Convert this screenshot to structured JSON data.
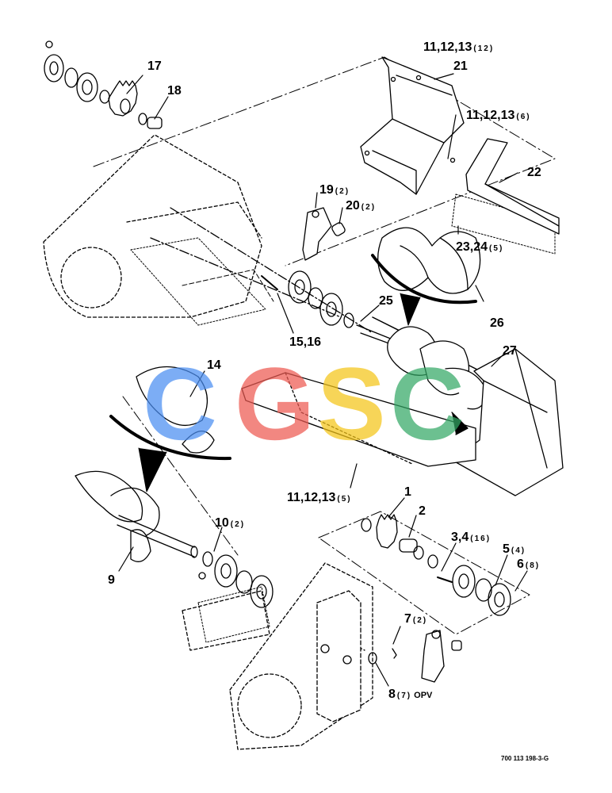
{
  "callouts": [
    {
      "id": "c11a",
      "num": "11,12,13",
      "qty": "(12)",
      "extra": ""
    },
    {
      "id": "c21",
      "num": "21",
      "qty": "",
      "extra": ""
    },
    {
      "id": "c11b",
      "num": "11,12,13",
      "qty": "(6)",
      "extra": ""
    },
    {
      "id": "c22",
      "num": "22",
      "qty": "",
      "extra": ""
    },
    {
      "id": "c17",
      "num": "17",
      "qty": "",
      "extra": ""
    },
    {
      "id": "c18",
      "num": "18",
      "qty": "",
      "extra": ""
    },
    {
      "id": "c19",
      "num": "19",
      "qty": "(2)",
      "extra": ""
    },
    {
      "id": "c20",
      "num": "20",
      "qty": "(2)",
      "extra": ""
    },
    {
      "id": "c23",
      "num": "23,24",
      "qty": "(5)",
      "extra": ""
    },
    {
      "id": "c25",
      "num": "25",
      "qty": "",
      "extra": ""
    },
    {
      "id": "c26",
      "num": "26",
      "qty": "",
      "extra": ""
    },
    {
      "id": "c15",
      "num": "15,16",
      "qty": "",
      "extra": ""
    },
    {
      "id": "c27",
      "num": "27",
      "qty": "",
      "extra": ""
    },
    {
      "id": "c14",
      "num": "14",
      "qty": "",
      "extra": ""
    },
    {
      "id": "c11c",
      "num": "11,12,13",
      "qty": "(5)",
      "extra": ""
    },
    {
      "id": "c1",
      "num": "1",
      "qty": "",
      "extra": ""
    },
    {
      "id": "c2",
      "num": "2",
      "qty": "",
      "extra": ""
    },
    {
      "id": "c10",
      "num": "10",
      "qty": "(2)",
      "extra": ""
    },
    {
      "id": "c3",
      "num": "3,4",
      "qty": "(16)",
      "extra": ""
    },
    {
      "id": "c5",
      "num": "5",
      "qty": "(4)",
      "extra": ""
    },
    {
      "id": "c6",
      "num": "6",
      "qty": "(8)",
      "extra": ""
    },
    {
      "id": "c9",
      "num": "9",
      "qty": "",
      "extra": ""
    },
    {
      "id": "c7",
      "num": "7",
      "qty": "(2)",
      "extra": ""
    },
    {
      "id": "c8",
      "num": "8",
      "qty": "(7)",
      "extra": "OPV"
    }
  ],
  "drawing_ref": "700 113 198-3-G",
  "watermark": {
    "letters": [
      "C",
      "G",
      "S",
      "C"
    ],
    "colors": [
      "#4a8ef2",
      "#ee5a52",
      "#f5c518",
      "#34a866"
    ]
  }
}
